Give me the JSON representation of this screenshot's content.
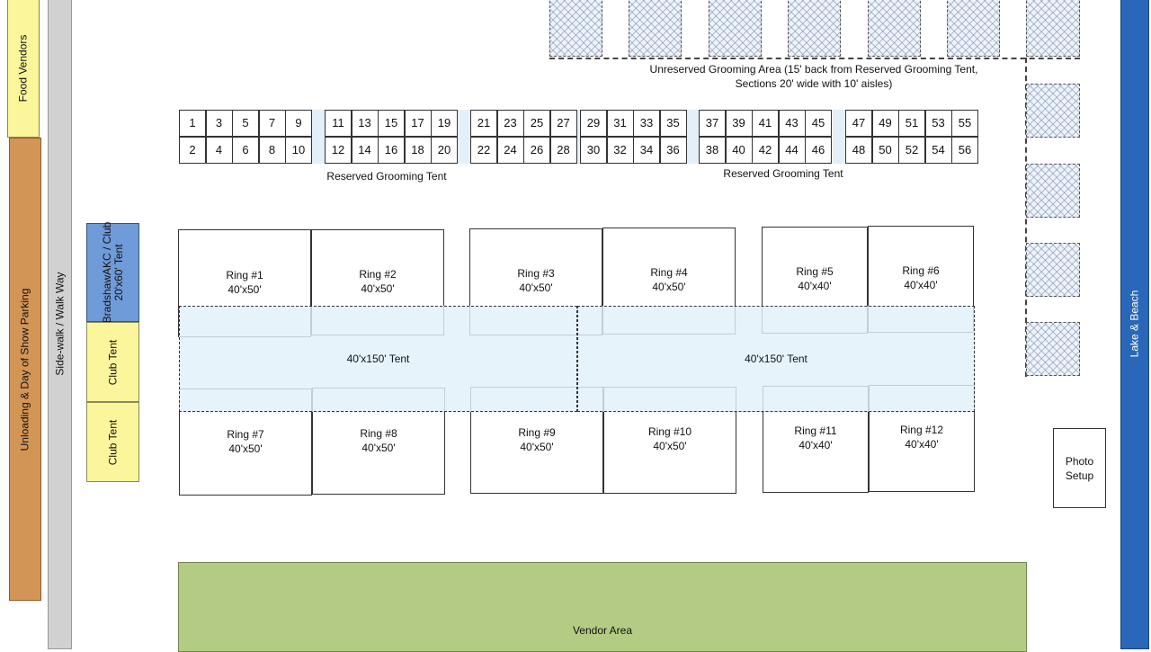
{
  "left_zones": {
    "food_vendors": "Food Vendors",
    "parking": "Unloading & Day of Show Parking",
    "sidewalk": "Side-walk / Walk Way"
  },
  "right_zone": {
    "lake": "Lake & Beach"
  },
  "tents": {
    "bradshaw": "BradshawAKC / Club\n20'x60' Tent",
    "club_tent_1": "Club Tent",
    "club_tent_2": "Club Tent"
  },
  "unreserved_grooming": {
    "line1": "Unreserved Grooming Area (15' back from Reserved Grooming Tent,",
    "line2": "Sections 20' wide with 10' aisles)"
  },
  "reserved_grooming": {
    "label_left": "Reserved Grooming Tent",
    "label_right": "Reserved Grooming Tent",
    "groups": [
      {
        "top": [
          "1",
          "3",
          "5",
          "7",
          "9"
        ],
        "bottom": [
          "2",
          "4",
          "6",
          "8",
          "10"
        ]
      },
      {
        "top": [
          "11",
          "13",
          "15",
          "17",
          "19"
        ],
        "bottom": [
          "12",
          "14",
          "16",
          "18",
          "20"
        ]
      },
      {
        "top": [
          "21",
          "23",
          "25",
          "27"
        ],
        "bottom": [
          "22",
          "24",
          "26",
          "28"
        ]
      },
      {
        "top": [
          "29",
          "31",
          "33",
          "35"
        ],
        "bottom": [
          "30",
          "32",
          "34",
          "36"
        ]
      },
      {
        "top": [
          "37",
          "39",
          "41",
          "43",
          "45"
        ],
        "bottom": [
          "38",
          "40",
          "42",
          "44",
          "46"
        ]
      },
      {
        "top": [
          "47",
          "49",
          "51",
          "53",
          "55"
        ],
        "bottom": [
          "48",
          "50",
          "52",
          "54",
          "56"
        ]
      }
    ]
  },
  "rings": [
    {
      "name": "Ring #1",
      "size": "40'x50'"
    },
    {
      "name": "Ring #2",
      "size": "40'x50'"
    },
    {
      "name": "Ring #3",
      "size": "40'x50'"
    },
    {
      "name": "Ring #4",
      "size": "40'x50'"
    },
    {
      "name": "Ring #5",
      "size": "40'x40'"
    },
    {
      "name": "Ring #6",
      "size": "40'x40'"
    },
    {
      "name": "Ring #7",
      "size": "40'x50'"
    },
    {
      "name": "Ring #8",
      "size": "40'x50'"
    },
    {
      "name": "Ring #9",
      "size": "40'x50'"
    },
    {
      "name": "Ring #10",
      "size": "40'x50'"
    },
    {
      "name": "Ring #11",
      "size": "40'x40'"
    },
    {
      "name": "Ring #12",
      "size": "40'x40'"
    }
  ],
  "ring_tents": [
    "40'x150' Tent",
    "40'x150' Tent"
  ],
  "photo_setup": "Photo\nSetup",
  "vendor_area": "Vendor Area",
  "colors": {
    "food": "#fbf59b",
    "parking": "#d39556",
    "sidewalk": "#d1d1d1",
    "lake": "#2a67b8",
    "bradshaw": "#6f9bd8",
    "vendor": "#b4cb83"
  }
}
